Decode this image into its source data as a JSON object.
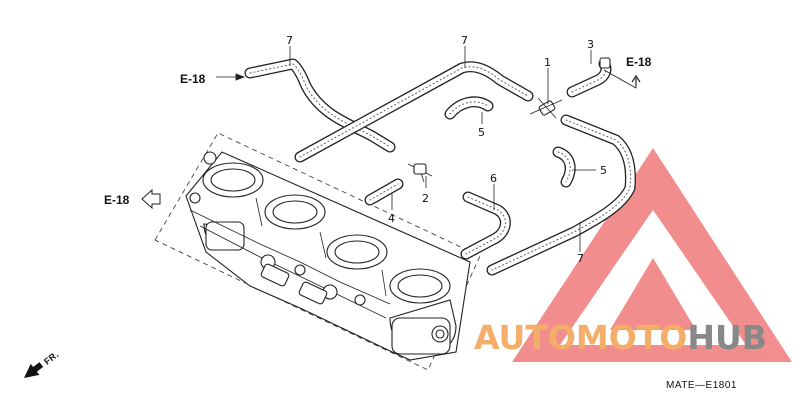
{
  "diagram": {
    "callouts": [
      "1",
      "2",
      "3",
      "4",
      "5",
      "5",
      "6",
      "7",
      "7",
      "7"
    ],
    "ref_labels": [
      "E-18",
      "E-18",
      "E-18"
    ],
    "front_marker": "FR.",
    "drawing_code": "MATE—E1801"
  },
  "watermark": {
    "text_part1": "AUTOMOTO",
    "text_part2": "HUB",
    "color_part1": "#F4AE6A",
    "color_part2": "#888888",
    "triangle_color": "#F07A7A"
  }
}
